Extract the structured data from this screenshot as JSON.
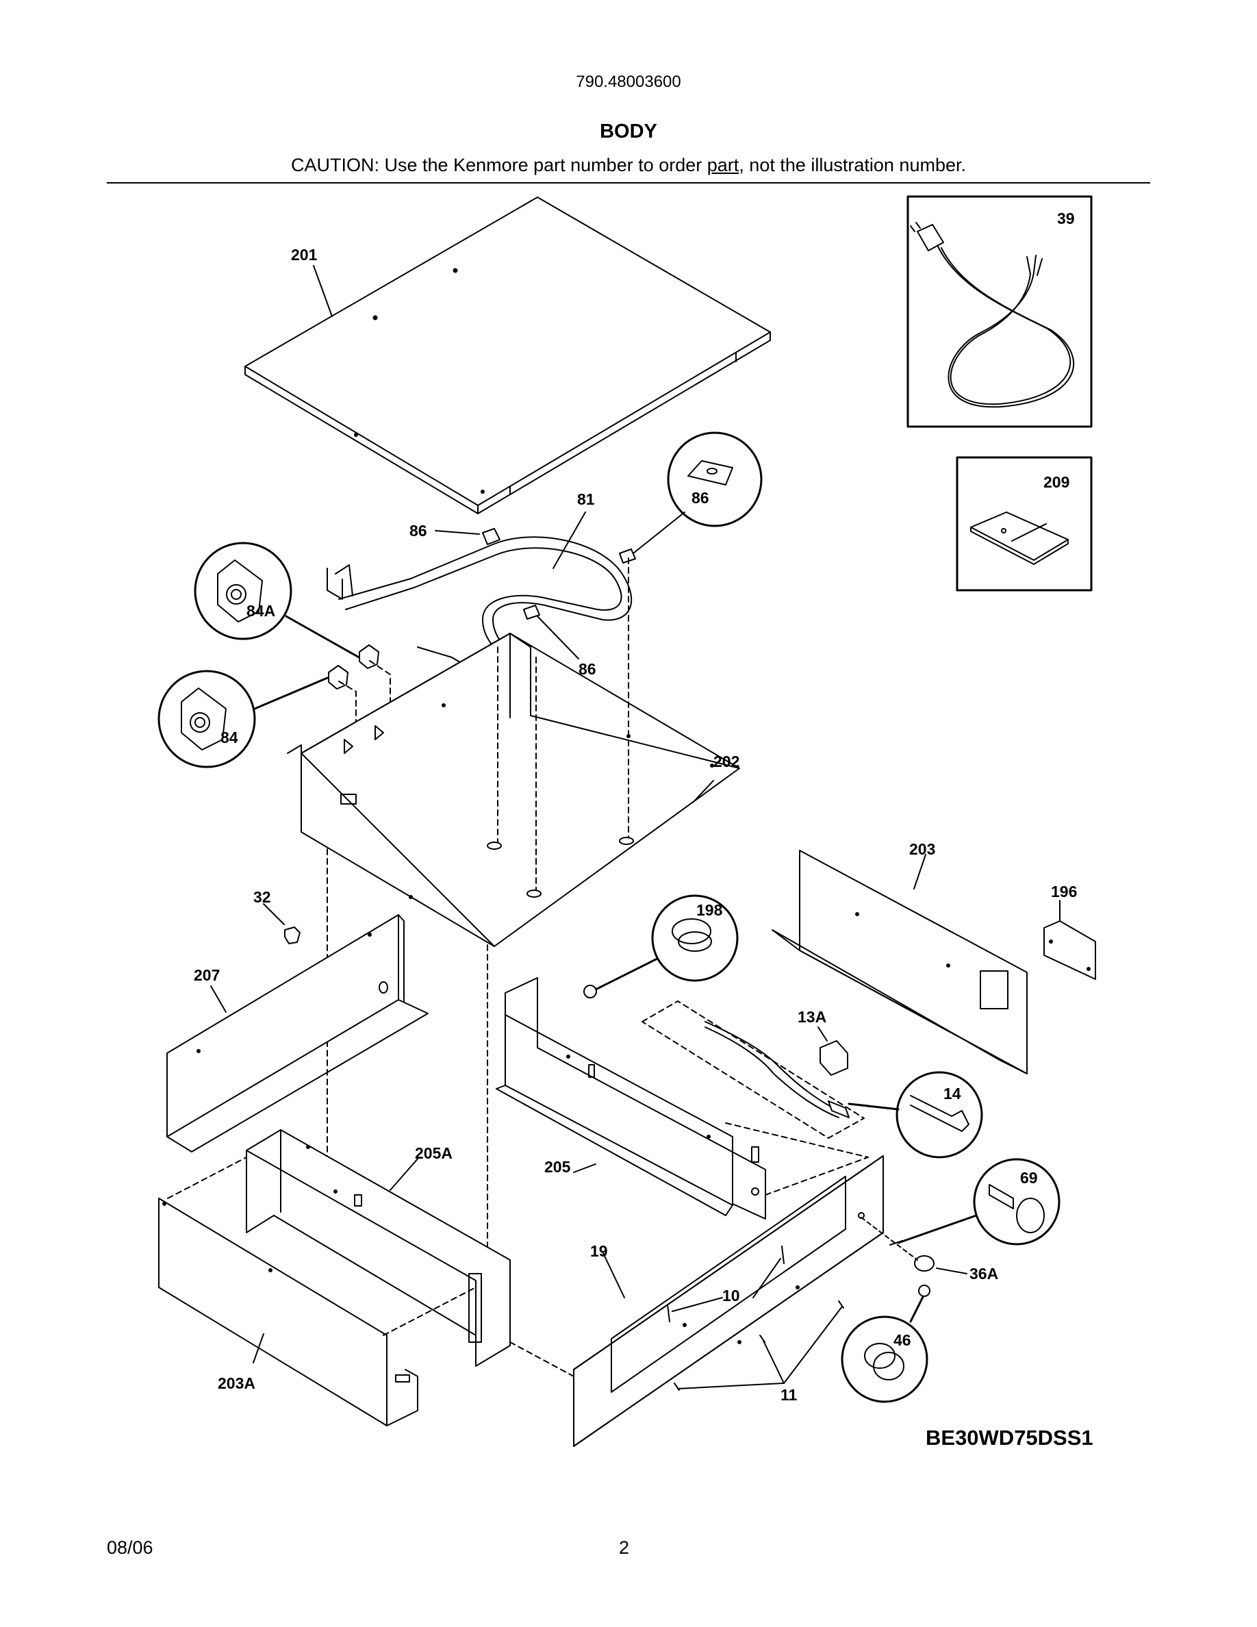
{
  "header": {
    "model_number": "790.48003600",
    "title": "BODY",
    "caution_before": "CAUTION: Use the Kenmore part number to order ",
    "caution_underlined": "part",
    "caution_after": ", not the illustration number."
  },
  "callouts": {
    "c201": "201",
    "c39": "39",
    "c209": "209",
    "c81": "81",
    "c86a": "86",
    "c86b": "86",
    "c86c": "86",
    "c84A": "84A",
    "c84": "84",
    "c202": "202",
    "c203": "203",
    "c196": "196",
    "c32": "32",
    "c198": "198",
    "c207": "207",
    "c13A": "13A",
    "c14": "14",
    "c205A": "205A",
    "c205": "205",
    "c69": "69",
    "c19": "19",
    "c36A": "36A",
    "c10": "10",
    "c46": "46",
    "c203A": "203A",
    "c11": "11"
  },
  "diagram_code": "BE30WD75DSS1",
  "footer": {
    "date": "08/06",
    "page": "2"
  }
}
